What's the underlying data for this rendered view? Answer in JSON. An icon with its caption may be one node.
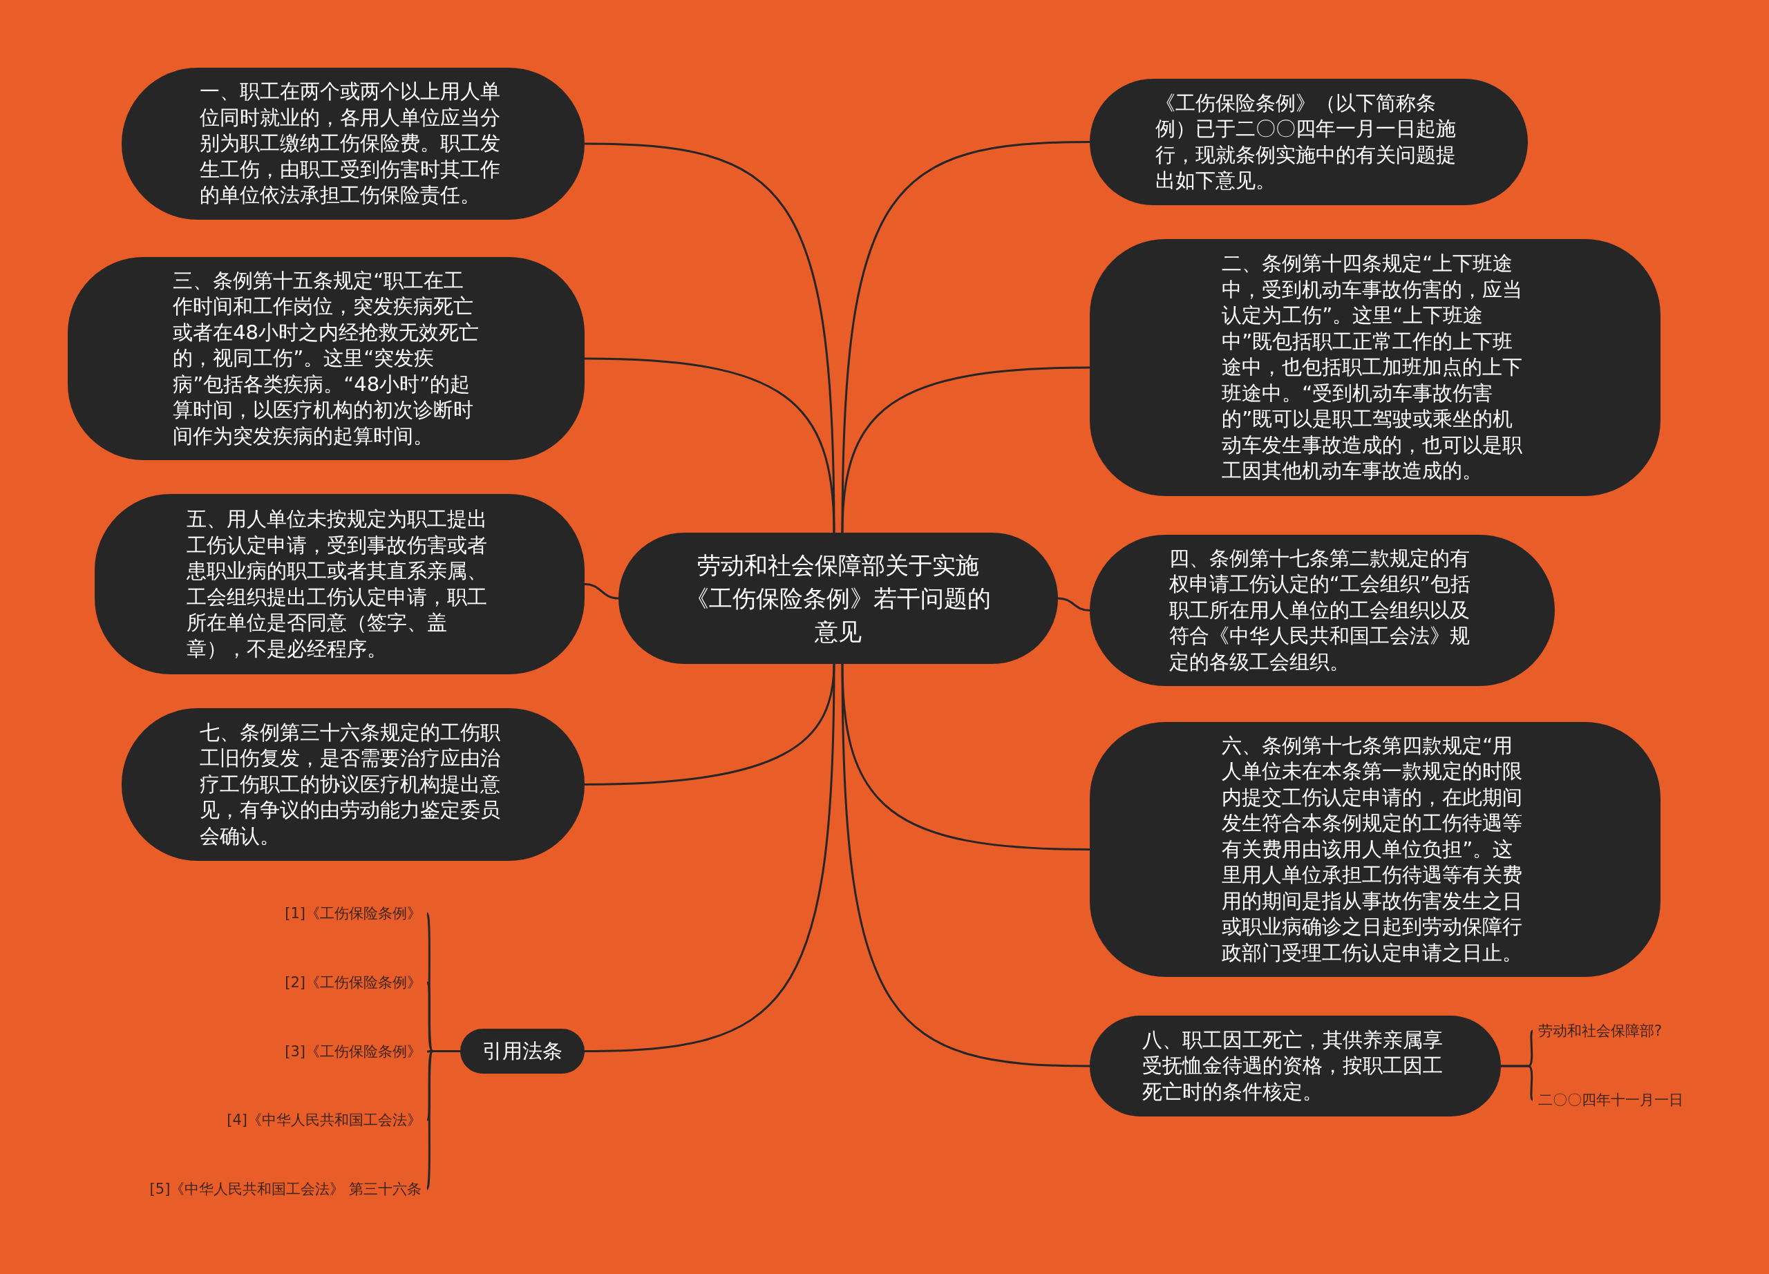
{
  "diagram": {
    "nodes": [
      {
        "text": [
          "劳动和社会保障部关于实施《工伤保险条例》若干问题的意见"
        ]
      },
      {
        "text": [
          "一、职工在两个或两个以上用人单位同时就业的，各用人单位应当分别为职工缴纳工伤保险费。职工发生工伤，由职工受到伤害时其工作的单位依法承担工伤保险责任。"
        ]
      },
      {
        "text": [
          "三、条例第十五条规定“职工在工作时间和工作岗位，突发疾病死亡或者在48小时之内经抢救无效死亡的，视同工伤”。这里“突发疾病”包括各类疾病。“48小时”的起算时间，以医疗机构的初次诊断时间作为突发疾病的起算时间。"
        ]
      },
      {
        "text": [
          "五、用人单位未按规定为职工提出工伤认定申请，受到事故伤害或者患职业病的职工或者其直系亲属、工会组织提出工伤认定申请，职工所在单位是否同意（签字、盖章），不是必经程序。"
        ]
      },
      {
        "text": [
          "七、条例第三十六条规定的工伤职工旧伤复发，是否需要治疗应由治疗工伤职工的协议医疗机构提出意见，有争议的由劳动能力鉴定委员会确认。"
        ]
      },
      {
        "text": [
          "引用法条"
        ]
      },
      {
        "text": [
          "[1]《工伤保险条例》"
        ]
      },
      {
        "text": [
          "[2]《工伤保险条例》"
        ]
      },
      {
        "text": [
          "[3]《工伤保险条例》"
        ]
      },
      {
        "text": [
          "[4]《中华人民共和国工会法》"
        ]
      },
      {
        "text": [
          "[5]《中华人民共和国工会法》 第三十六条"
        ]
      },
      {
        "text": [
          "《工伤保险条例》（以下简称条例）已于二〇〇四年一月一日起施行，现就条例实施中的有关问题提出如下意见。"
        ]
      },
      {
        "text": [
          "二、条例第十四条规定“上下班途中，受到机动车事故伤害的，应当认定为工伤”。这里“上下班途中”既包括职工正常工作的上下班途中，也包括职工加班加点的上下班途中。“受到机动车事故伤害的”既可以是职工驾驶或乘坐的机动车发生事故造成的，也可以是职工因其他机动车事故造成的。"
        ]
      },
      {
        "text": [
          "四、条例第十七条第二款规定的有权申请工伤认定的“工会组织”包括职工所在用人单位的工会组织以及符合《中华人民共和国工会法》规定的各级工会组织。"
        ]
      },
      {
        "text": [
          "六、条例第十七条第四款规定“用人单位未在本条第一款规定的时限内提交工伤认定申请的，在此期间发生符合本条例规定的工伤待遇等有关费用由该用人单位负担”。这里用人单位承担工伤待遇等有关费用的期间是指从事故伤害发生之日或职业病确诊之日起到劳动保障行政部门受理工伤认定申请之日止。"
        ]
      },
      {
        "text": [
          "八、职工因工死亡，其供养亲属享受抚恤金待遇的资格，按职工因工死亡时的条件核定。"
        ]
      },
      {
        "text": [
          "劳动和社会保障部?"
        ]
      },
      {
        "text": [
          "二〇〇四年十一月一日"
        ]
      }
    ],
    "edges": [
      {
        "from": 0,
        "to": 1,
        "arrow": "none"
      },
      {
        "from": 0,
        "to": 2,
        "arrow": "none"
      },
      {
        "from": 0,
        "to": 3,
        "arrow": "none"
      },
      {
        "from": 0,
        "to": 4,
        "arrow": "none"
      },
      {
        "from": 0,
        "to": 5,
        "arrow": "none"
      },
      {
        "from": 5,
        "to": 6,
        "arrow": "none"
      },
      {
        "from": 5,
        "to": 7,
        "arrow": "none"
      },
      {
        "from": 5,
        "to": 8,
        "arrow": "none"
      },
      {
        "from": 5,
        "to": 9,
        "arrow": "none"
      },
      {
        "from": 5,
        "to": 10,
        "arrow": "none"
      },
      {
        "from": 0,
        "to": 11,
        "arrow": "none"
      },
      {
        "from": 0,
        "to": 12,
        "arrow": "none"
      },
      {
        "from": 0,
        "to": 13,
        "arrow": "none"
      },
      {
        "from": 0,
        "to": 14,
        "arrow": "none"
      },
      {
        "from": 0,
        "to": 15,
        "arrow": "none"
      },
      {
        "from": 15,
        "to": 16,
        "arrow": "none"
      },
      {
        "from": 15,
        "to": 17,
        "arrow": "none"
      }
    ]
  }
}
